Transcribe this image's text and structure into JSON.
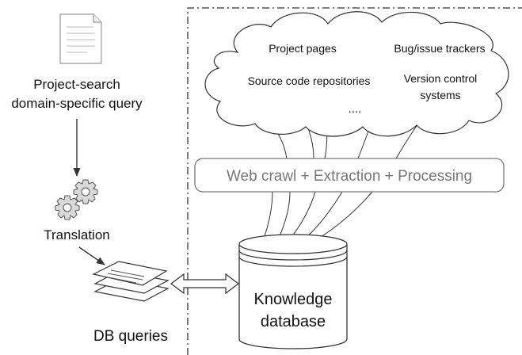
{
  "left_column": {
    "query_label_line1": "Project-search",
    "query_label_line2": "domain-specific query",
    "translation_label": "Translation",
    "db_queries_label": "DB queries"
  },
  "cloud": {
    "project_pages": "Project pages",
    "bug_trackers": "Bug/issue trackers",
    "source_repos": "Source code repositories",
    "vcs_line1": "Version control",
    "vcs_line2": "systems",
    "ellipsis": "...."
  },
  "process_box": {
    "label": "Web crawl + Extraction + Processing"
  },
  "database": {
    "label_line1": "Knowledge",
    "label_line2": "database"
  },
  "colors": {
    "stroke": "#333333",
    "process_text": "#777777",
    "gear_fill": "#d9d9d9"
  },
  "icons": [
    "document-icon",
    "gears-icon",
    "stacked-pages-icon",
    "database-icon",
    "cloud-icon"
  ]
}
